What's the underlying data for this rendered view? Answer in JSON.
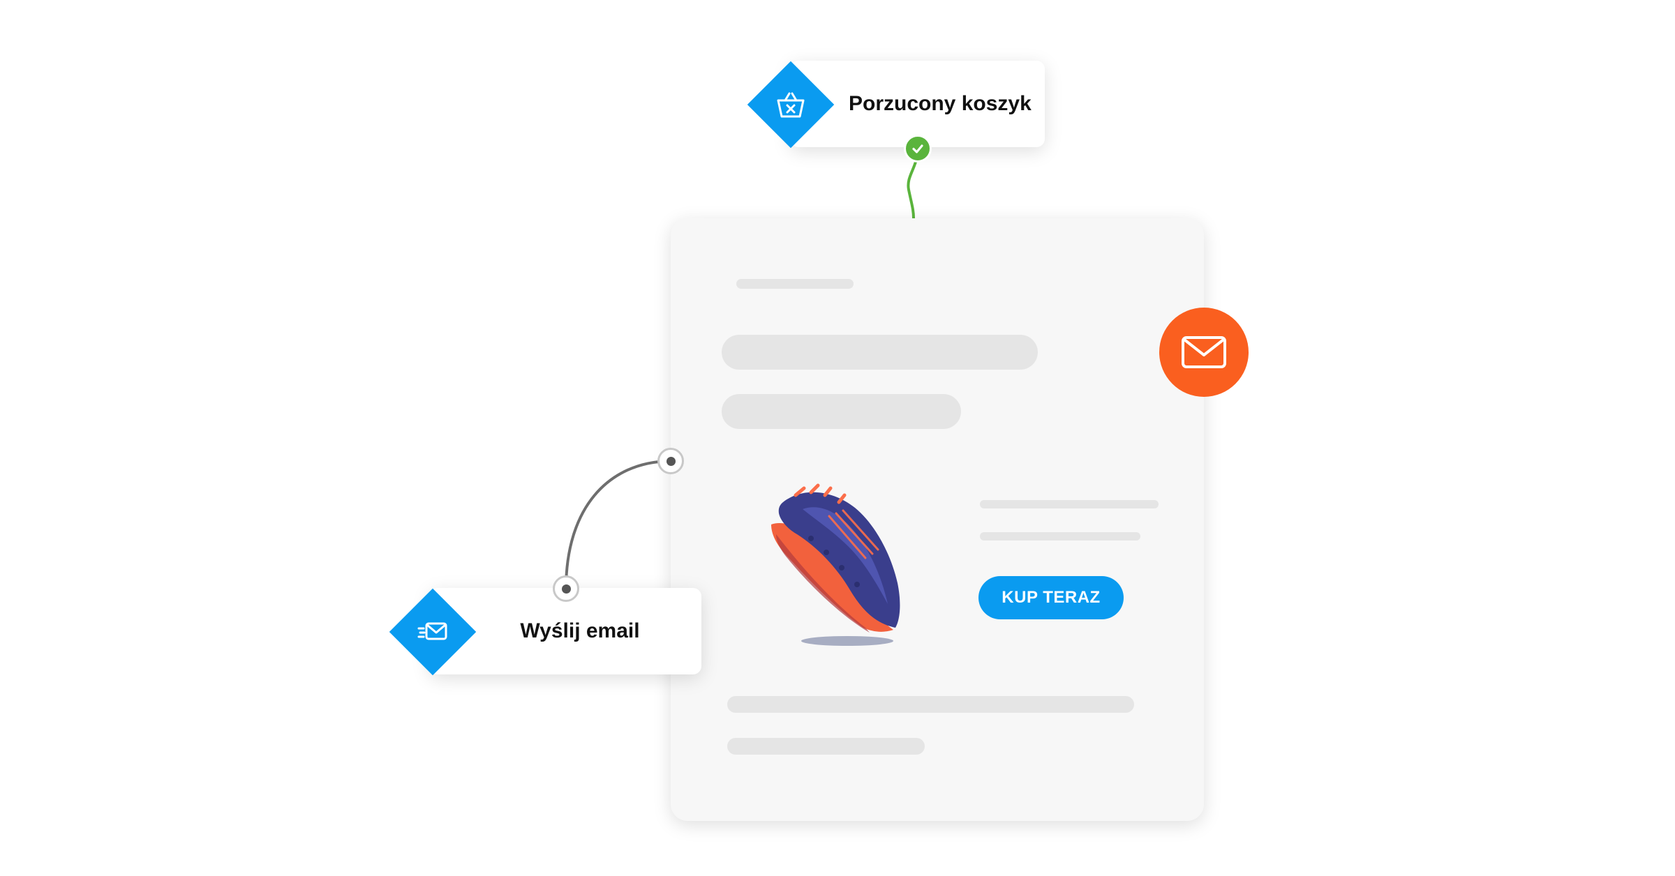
{
  "trigger_node": {
    "label": "Porzucony koszyk",
    "icon": "basket-x-icon",
    "status_icon": "check-icon"
  },
  "action_node": {
    "label": "Wyślij email",
    "icon": "send-email-icon"
  },
  "email_preview": {
    "cta_label": "KUP TERAZ",
    "product_image": "running-shoe",
    "badge_icon": "envelope-icon"
  },
  "colors": {
    "accent_blue": "#0a9bf0",
    "success_green": "#5ab43c",
    "badge_orange": "#fa5f1f",
    "placeholder_gray": "#e5e5e5",
    "connector_gray": "#6e6e6e"
  }
}
